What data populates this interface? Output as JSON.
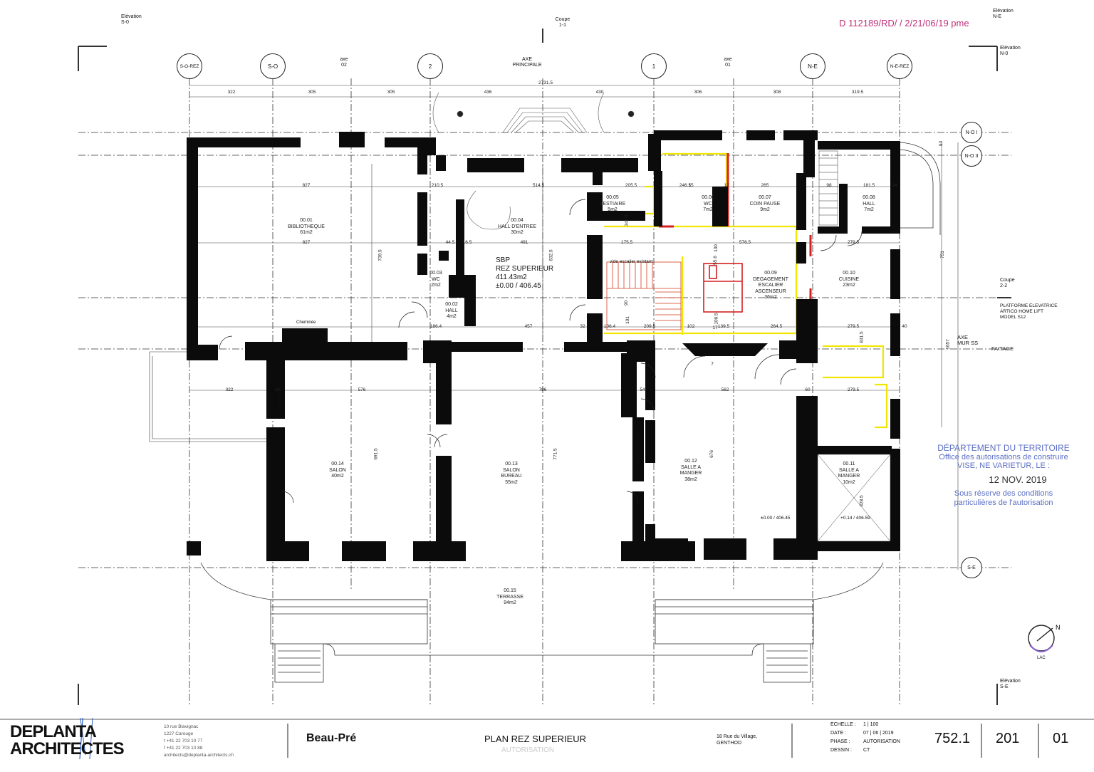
{
  "header": {
    "ref_stamp": "D 112189/RD/ / 2/21/06/19 pme",
    "coupe_top": [
      "Coupe",
      "1-1"
    ],
    "coupe_right": [
      "Coupe",
      "2-2"
    ]
  },
  "elevations": {
    "so": [
      "Elévation",
      "S-0"
    ],
    "ne": [
      "Elévation",
      "N-E"
    ],
    "no": [
      "Elévation",
      "N-0"
    ],
    "se": [
      "Elévation",
      "S-E"
    ]
  },
  "axes_top": {
    "axe02": [
      "axe",
      "02"
    ],
    "axe_principale": [
      "AXE",
      "PRINCIPALE"
    ],
    "axe01": [
      "axe",
      "01"
    ],
    "bubbles": [
      "S-O-REZ",
      "S-O",
      "2",
      "1",
      "N-E",
      "N-E-REZ"
    ],
    "right_bubbles": [
      "N-O I",
      "N-O II"
    ],
    "se_bubble": "S-E"
  },
  "dimensions": {
    "overall": "2731.5",
    "top": [
      "322",
      "305",
      "305",
      "436",
      "430",
      "306",
      "308",
      "319.5"
    ],
    "row1": [
      "827",
      "210.5",
      "514.5",
      "205.5",
      "246.5",
      "265",
      "98",
      "181.5"
    ],
    "row2": [
      "827",
      "44.5",
      "16.5",
      "491",
      "175.5",
      "576.5",
      "279.5"
    ],
    "row3": [
      "186.4",
      "457",
      "32",
      "106.4",
      "209.5",
      "102",
      "139.5",
      "264.5",
      "279.5"
    ],
    "row4": [
      "322",
      "60",
      "576",
      "786",
      "54",
      "562",
      "60",
      "279.5"
    ],
    "vert": [
      "739.5",
      "632.5",
      "691.5",
      "771.5",
      "676",
      "751",
      "1657",
      "831.5",
      "328.5",
      "93",
      "348.5",
      "109.5",
      "55.6",
      "130",
      "101",
      "90"
    ],
    "misc": [
      "40",
      "34",
      "12",
      "7",
      "17",
      "15"
    ]
  },
  "rooms": [
    {
      "id": "r0001",
      "lines": [
        "00.01",
        "BIBLIOTHEQUE",
        "61m2"
      ]
    },
    {
      "id": "r0002",
      "lines": [
        "00.02",
        "HALL",
        "4m2"
      ]
    },
    {
      "id": "r0003",
      "lines": [
        "00.03",
        "WC",
        "2m2"
      ]
    },
    {
      "id": "r0004",
      "lines": [
        "00.04",
        "HALL D'ENTREE",
        "30m2"
      ]
    },
    {
      "id": "r0005",
      "lines": [
        "00.05",
        "VESTIAIRE",
        "5m2"
      ]
    },
    {
      "id": "r0006",
      "lines": [
        "00.06",
        "WC",
        "7m2"
      ]
    },
    {
      "id": "r0007",
      "lines": [
        "00.07",
        "COIN PAUSE",
        "9m2"
      ]
    },
    {
      "id": "r0008",
      "lines": [
        "00.08",
        "HALL",
        "7m2"
      ]
    },
    {
      "id": "r0009",
      "lines": [
        "00.09",
        "DEGAGEMENT",
        "ESCALIER",
        "ASCENSEUR",
        "36m2"
      ]
    },
    {
      "id": "r0010",
      "lines": [
        "00.10",
        "CUISINE",
        "23m2"
      ]
    },
    {
      "id": "r0011",
      "lines": [
        "00.11",
        "SALLE A",
        "MANGER",
        "10m2"
      ]
    },
    {
      "id": "r0012",
      "lines": [
        "00.12",
        "SALLE A",
        "MANGER",
        "38m2"
      ]
    },
    {
      "id": "r0013",
      "lines": [
        "00.13",
        "SALON",
        "BUREAU",
        "55m2"
      ]
    },
    {
      "id": "r0014",
      "lines": [
        "00.14",
        "SALON",
        "40m2"
      ]
    },
    {
      "id": "r0015",
      "lines": [
        "00.15",
        "TERRASSE",
        "94m2"
      ]
    }
  ],
  "sbp": [
    "SBP",
    "REZ SUPERIEUR",
    "411.43m2",
    "±0.00 / 406.45"
  ],
  "annotations": {
    "cheminee": "Cheminée",
    "cheminee2": "Cheminée",
    "bibliotheque": "Bibliothèque",
    "vide_escalier": "vide escalier existant",
    "lift": [
      "PLATFORME ELEVATRICE",
      "ARTICO HOME LIFT",
      "MODEL S12"
    ],
    "axe_mur": [
      "AXE",
      "MUR SS"
    ],
    "faitage": "FAITAGE",
    "level1": "±0.00 / 406.45",
    "level2": "+0.14 / 406.59",
    "lac": "LAC"
  },
  "approval_stamp": {
    "line1": "DÉPARTEMENT DU TERRITOIRE",
    "line2": "Office des autorisations de construire",
    "line3": "VISE, NE VARIETUR, LE :",
    "date": "12 NOV. 2019",
    "line4": "Sous réserve des conditions",
    "line5": "particulières de l'autorisation"
  },
  "titleblock": {
    "firm_logo": "DEPLANTA ARCHITECTES",
    "firm_address": [
      "10 rue Blavignac",
      "1227 Carouge",
      "t +41 22 703 10 77",
      "f +41 22 703 10 88",
      "architects@deplanta-architects.ch"
    ],
    "project": "Beau-Pré",
    "drawing_title": "PLAN REZ SUPERIEUR",
    "drawing_subtitle": "AUTORISATION",
    "site": [
      "18 Rue du Village,",
      "GENTHOD"
    ],
    "meta_labels": [
      "ECHELLE :",
      "DATE :",
      "PHASE :",
      "DESSIN :"
    ],
    "meta_values": [
      "1 | 100",
      "07 | 06 | 2019",
      "AUTORISATION",
      "CT"
    ],
    "number": "752.1",
    "sheet": "201",
    "index": "01"
  },
  "colors": {
    "wall": "#0b0b0b",
    "grid": "#333333",
    "ref_stamp": "#c0307a",
    "approval": "#5b6fc4",
    "highlight_yellow": "#f2e600",
    "highlight_red": "#d42020",
    "stairs_red": "#d43a1a"
  }
}
